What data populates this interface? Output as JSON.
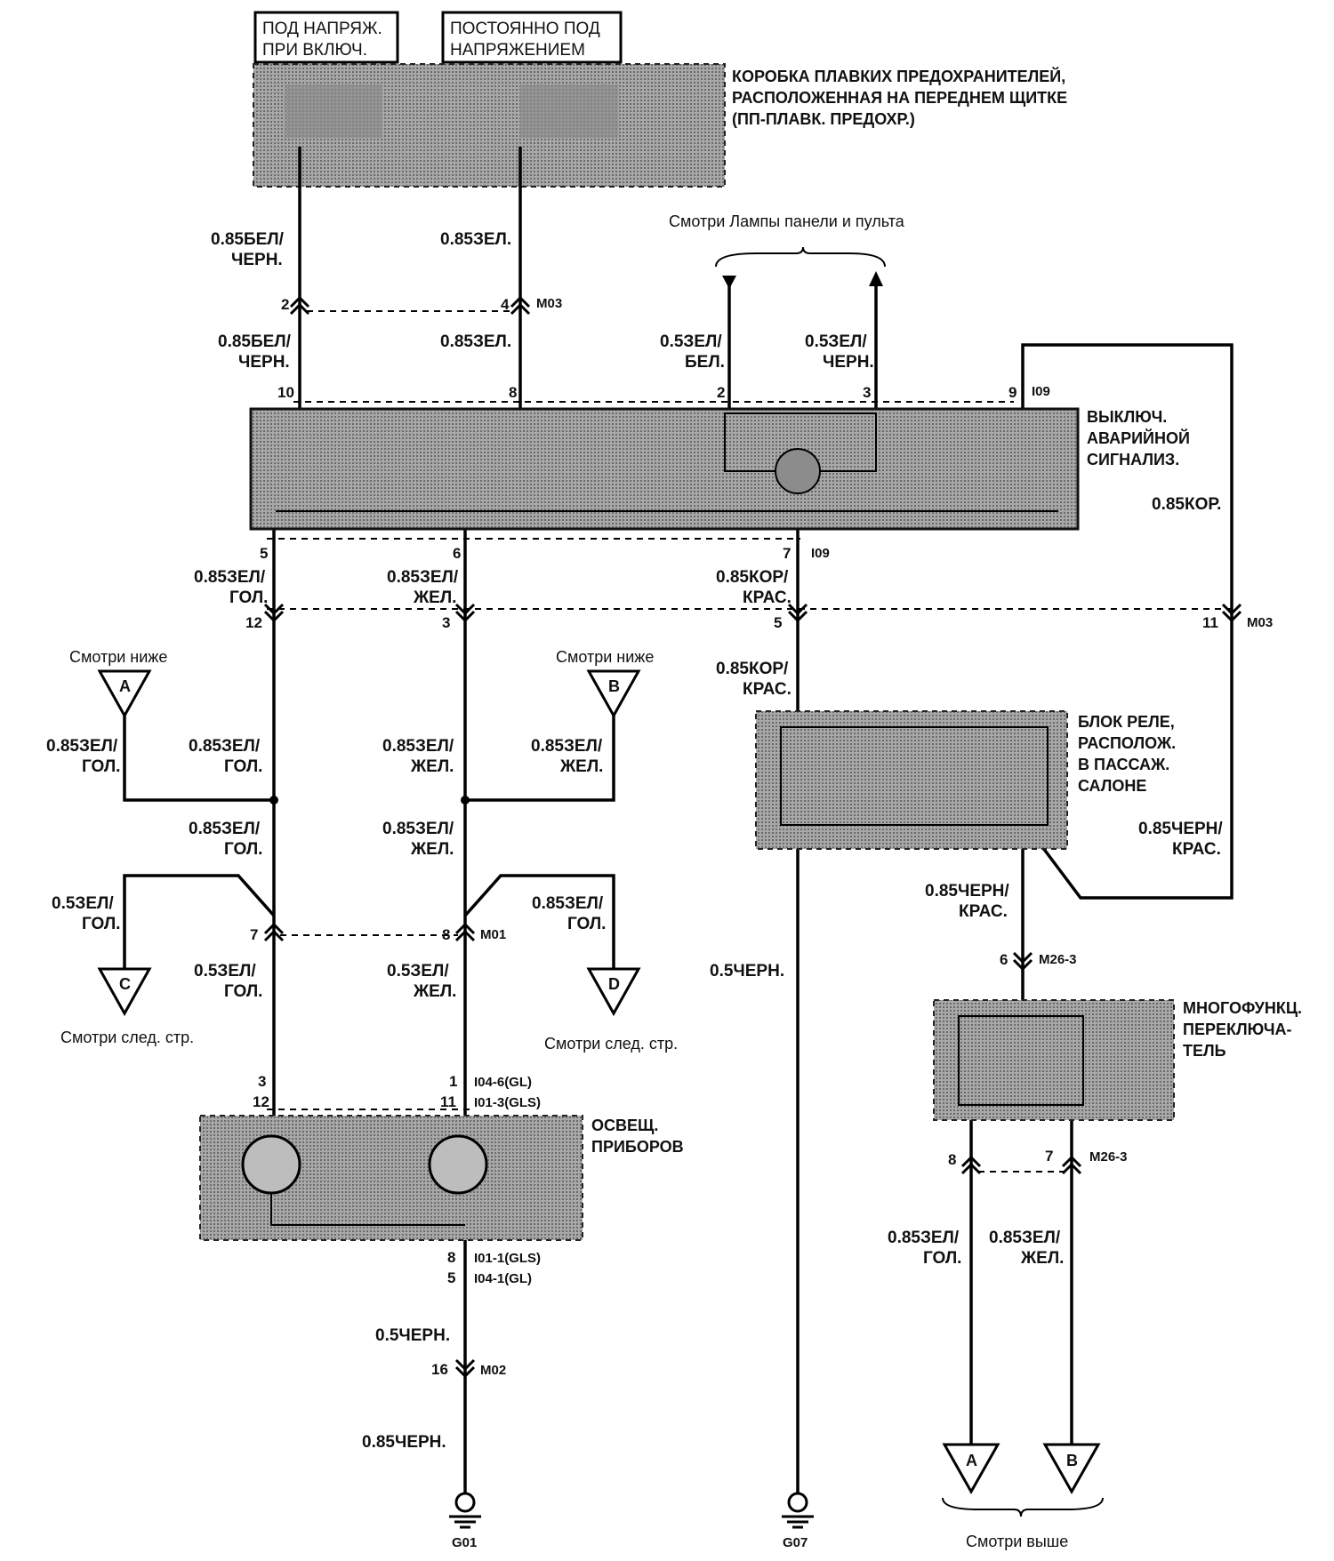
{
  "supply": {
    "ign_on": [
      "ПОД НАПРЯЖ.",
      "ПРИ ВКЛЮЧ."
    ],
    "constant": [
      "ПОСТОЯННО ПОД",
      "НАПРЯЖЕНИЕМ"
    ]
  },
  "components": {
    "fuse_box": [
      "КОРОБКА ПЛАВКИХ ПРЕДОХРАНИТЕЛЕЙ,",
      "РАСПОЛОЖЕННАЯ НА ПЕРЕДНЕМ ЩИТКЕ",
      "(ПП-ПЛАВК. ПРЕДОХР.)"
    ],
    "hazard_switch": [
      "ВЫКЛЮЧ.",
      "АВАРИЙНОЙ",
      "СИГНАЛИЗ."
    ],
    "relay_box": [
      "БЛОК РЕЛЕ,",
      "РАСПОЛОЖ.",
      "В ПАССАЖ.",
      "САЛОНЕ"
    ],
    "multifunction_switch": [
      "МНОГОФУНКЦ.",
      "ПЕРЕКЛЮЧА-",
      "ТЕЛЬ"
    ],
    "instrument_lighting": [
      "ОСВЕЩ.",
      "ПРИБОРОВ"
    ]
  },
  "notes": {
    "see_panel_lamps": "Смотри Лампы панели и пульта",
    "see_below": "Смотри ниже",
    "see_next_page": "Смотри след. стр.",
    "see_above": "Смотри выше"
  },
  "wires": {
    "w_085_bel_chern": [
      "0.85БЕЛ/",
      "ЧЕРН."
    ],
    "w_085_zel": "0.85ЗЕЛ.",
    "w_05_zel_bel": [
      "0.5ЗЕЛ/",
      "БЕЛ."
    ],
    "w_05_zel_chern": [
      "0.5ЗЕЛ/",
      "ЧЕРН."
    ],
    "w_085_kor": "0.85КОР.",
    "w_085_zel_gol": [
      "0.85ЗЕЛ/",
      "ГОЛ."
    ],
    "w_085_zel_zhel": [
      "0.85ЗЕЛ/",
      "ЖЕЛ."
    ],
    "w_085_kor_kras": [
      "0.85КОР/",
      "КРАС."
    ],
    "w_05_zel_gol": [
      "0.5ЗЕЛ/",
      "ГОЛ."
    ],
    "w_05_zel_zhel": [
      "0.5ЗЕЛ/",
      "ЖЕЛ."
    ],
    "w_085_chern_kras": [
      "0.85ЧЕРН/",
      "КРАС."
    ],
    "w_05_chern": "0.5ЧЕРН.",
    "w_085_chern": "0.85ЧЕРН."
  },
  "pins": {
    "p2": "2",
    "p4": "4",
    "p10": "10",
    "p8": "8",
    "p2b": "2",
    "p3": "3",
    "p9": "9",
    "p5": "5",
    "p6": "6",
    "p7": "7",
    "p12": "12",
    "p3b": "3",
    "p5b": "5",
    "p11": "11",
    "p7b": "7",
    "p8b": "8",
    "p6b": "6",
    "p3c": "3",
    "p12b": "12",
    "p1": "1",
    "p11b": "11",
    "p8c": "8",
    "p5c": "5",
    "p16": "16",
    "p8d": "8",
    "p7c": "7"
  },
  "connectors": {
    "m03a": "M03",
    "i09a": "I09",
    "i09b": "I09",
    "m03b": "M03",
    "m01": "M01",
    "i04_6": "I04-6(GL)",
    "i01_3": "I01-3(GLS)",
    "i01_1": "I01-1(GLS)",
    "i04_1": "I04-1(GL)",
    "m02": "M02",
    "m26_3a": "M26-3",
    "m26_3b": "M26-3"
  },
  "refs": {
    "a": "A",
    "b": "B",
    "c": "C",
    "d": "D"
  },
  "grounds": {
    "g01": "G01",
    "g07": "G07"
  }
}
